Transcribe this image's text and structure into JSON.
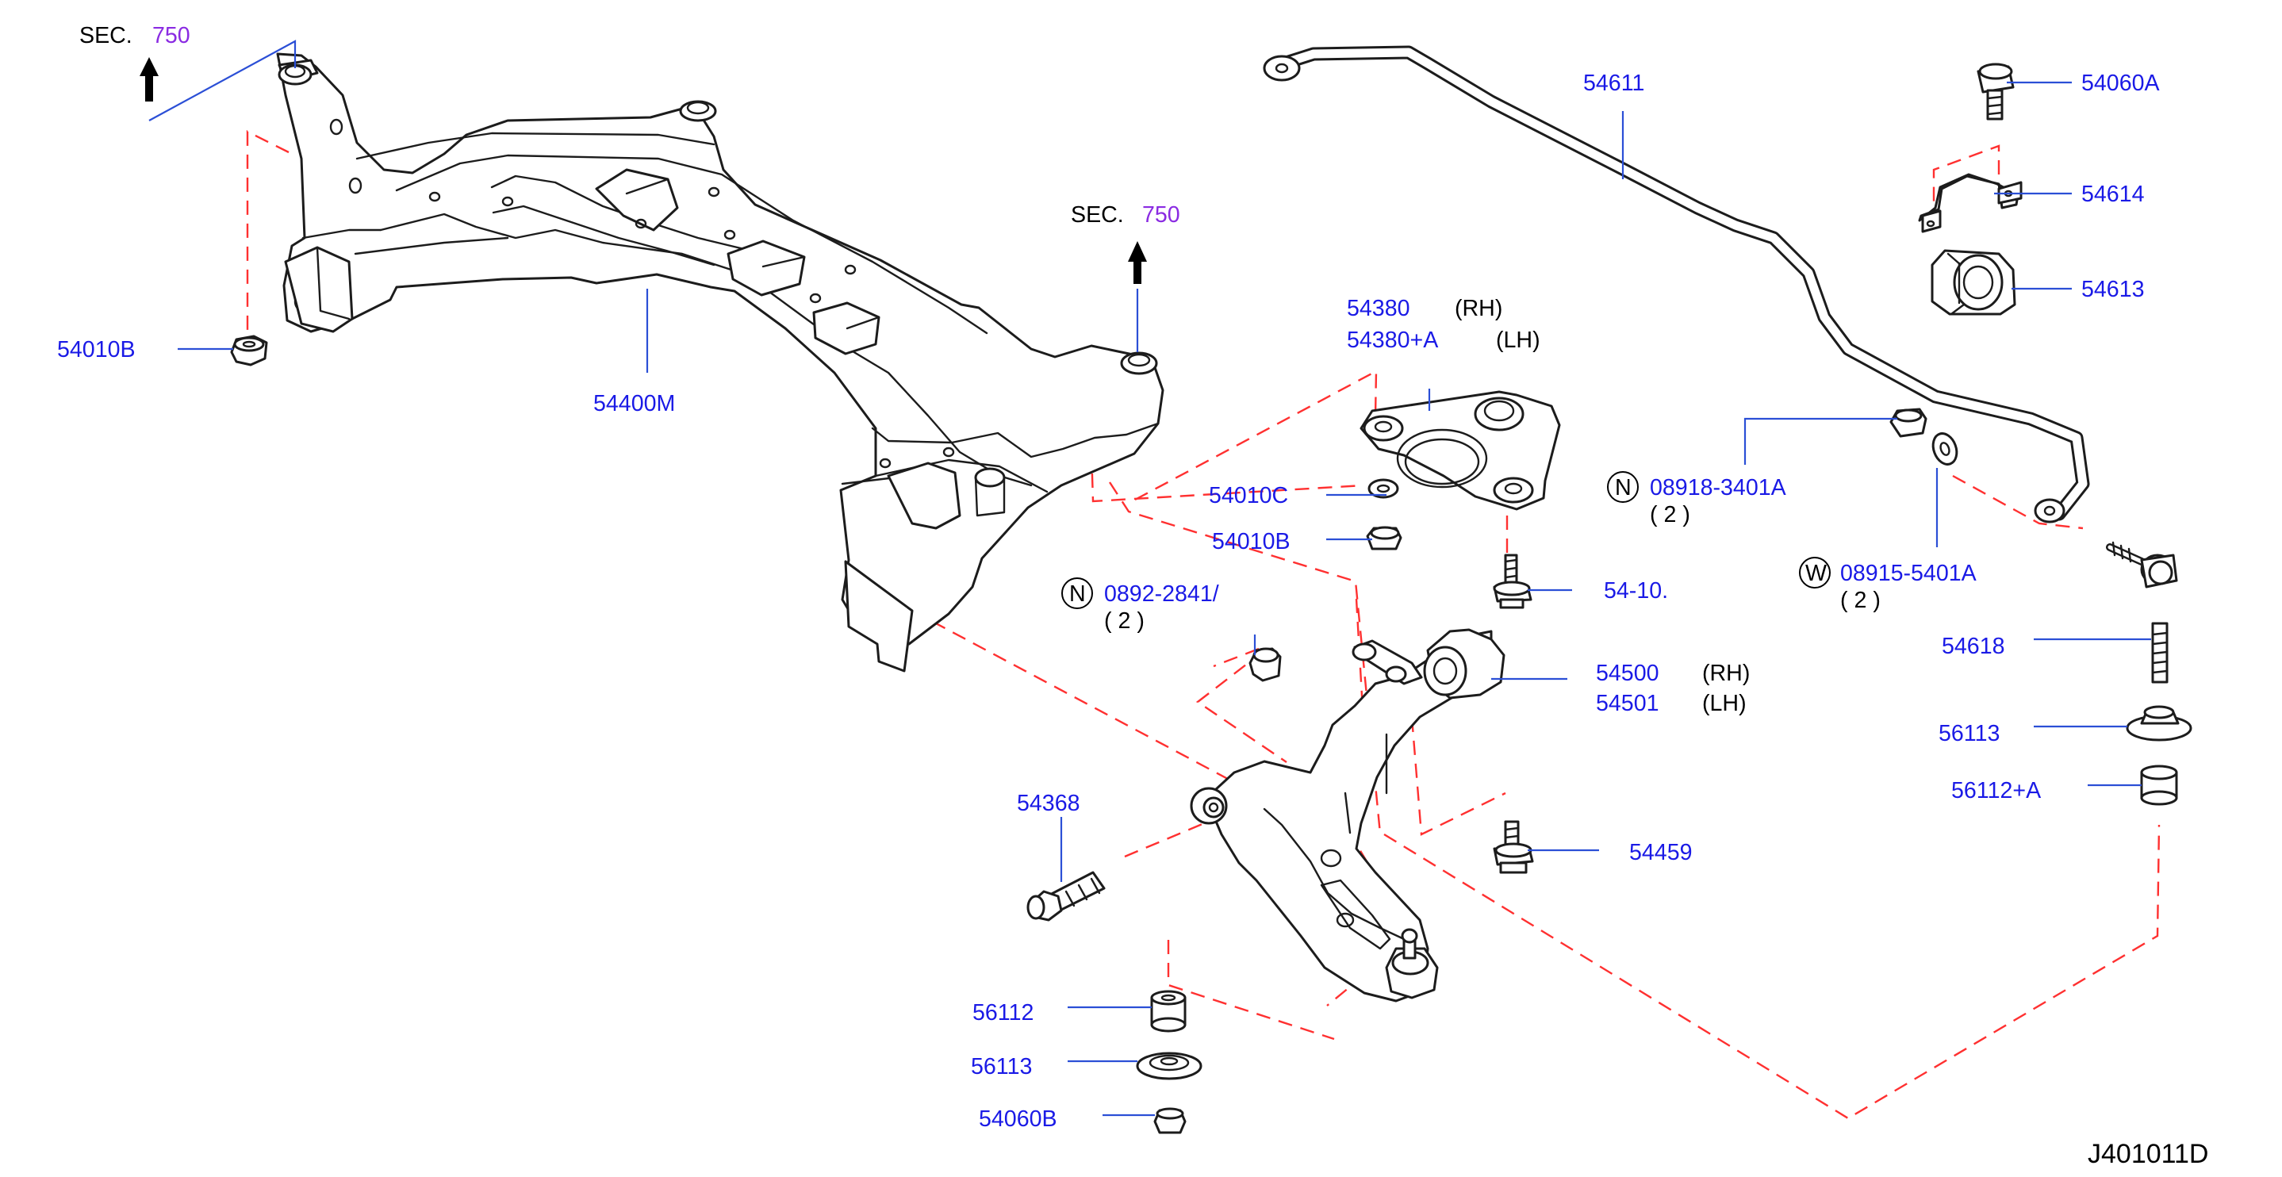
{
  "colors": {
    "label": "#1a1ae6",
    "leader": "#2b4fd6",
    "dashed_guide": "#ff3030",
    "section_ref": "#8a2be2",
    "outline": "#1c1c1c",
    "background": "#ffffff"
  },
  "section_refs": [
    {
      "prefix": "SEC.",
      "number": "750"
    },
    {
      "prefix": "SEC.",
      "number": "750"
    }
  ],
  "parts": {
    "p54010B_a": "54010B",
    "p54400M": "54400M",
    "p54611": "54611",
    "p54060A": "54060A",
    "p54614": "54614",
    "p54613": "54613",
    "p54380": "54380",
    "p54380_rh": "(RH)",
    "p54380A": "54380+A",
    "p54380A_lh": "(LH)",
    "p54010C": "54010C",
    "p54010B_b": "54010B",
    "p08918_sym": "N",
    "p08918": "08918-3401A",
    "p08918_qty": "( 2 )",
    "p08915_sym": "W",
    "p08915": "08915-5401A",
    "p08915_qty": "( 2 )",
    "p54110": "54-10.",
    "p0892_sym": "N",
    "p0892": "0892-2841/",
    "p0892_qty": "( 2 )",
    "p54618": "54618",
    "p54500": "54500",
    "p54500_rh": "(RH)",
    "p54501": "54501",
    "p54501_lh": "(LH)",
    "p56113_a": "56113",
    "p56112A": "56112+A",
    "p54368": "54368",
    "p54459": "54459",
    "p56112": "56112",
    "p56113_b": "56113",
    "p54060B": "54060B"
  },
  "drawing_number": "J401011D",
  "icons": [
    "up-arrow-icon",
    "up-arrow-icon",
    "circled-n-symbol",
    "circled-w-symbol",
    "circled-n-symbol"
  ]
}
